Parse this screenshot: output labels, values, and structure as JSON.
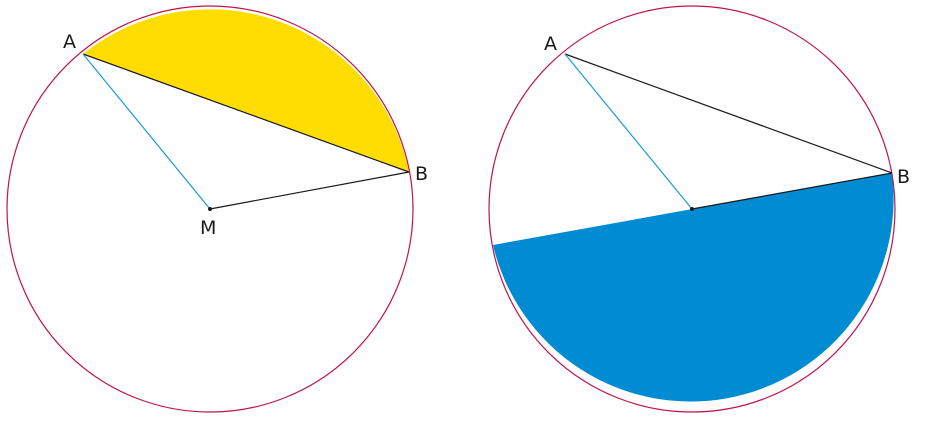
{
  "figures": {
    "left": {
      "label_a": "A",
      "label_b": "B",
      "label_center": "M",
      "segment_fill": "#FFDD00"
    },
    "right": {
      "label_a": "A",
      "label_b": "B",
      "segment_fill": "#008BD2"
    }
  },
  "colors": {
    "circle_stroke": "#C0134F",
    "radius_a": "#1C9AD6",
    "radius_b": "#1a1a1a",
    "chord": "#1a1a1a"
  }
}
